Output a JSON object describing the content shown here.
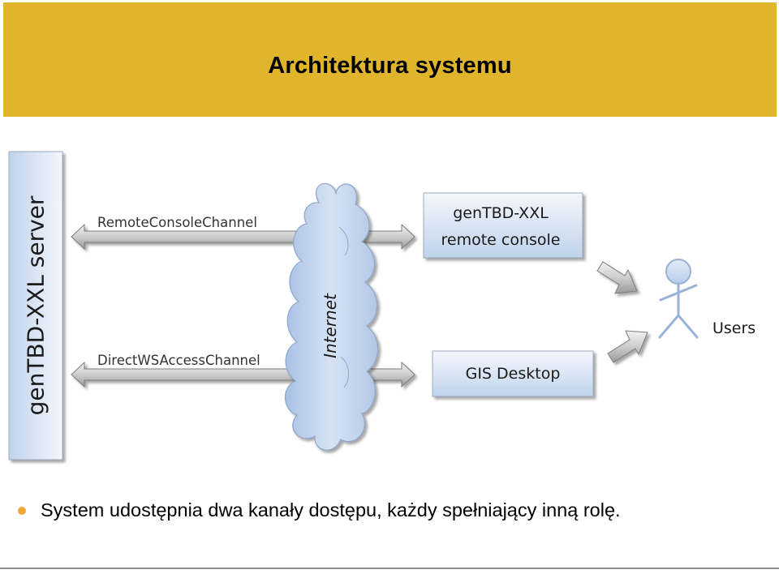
{
  "slide": {
    "title": "Architektura systemu",
    "bullet": "System udostępnia dwa kanały dostępu, każdy spełniający inną rolę."
  },
  "diagram": {
    "server": {
      "label": "genTBD-XXL server"
    },
    "channels": [
      {
        "label": "RemoteConsoleChannel"
      },
      {
        "label": "DirectWSAccessChannel"
      }
    ],
    "cloud": {
      "label": "Internet"
    },
    "clients": [
      {
        "line1": "genTBD-XXL",
        "line2": "remote console"
      },
      {
        "line1": "GIS Desktop"
      }
    ],
    "actor": {
      "label": "Users"
    }
  },
  "colors": {
    "header": "#e0b52c",
    "bullet": "#f0a63a",
    "box_top": "#f2f6fb",
    "box_bottom": "#c3d6ee",
    "cloud": "#c9d9ef",
    "arrow": "#c9c9c9"
  }
}
